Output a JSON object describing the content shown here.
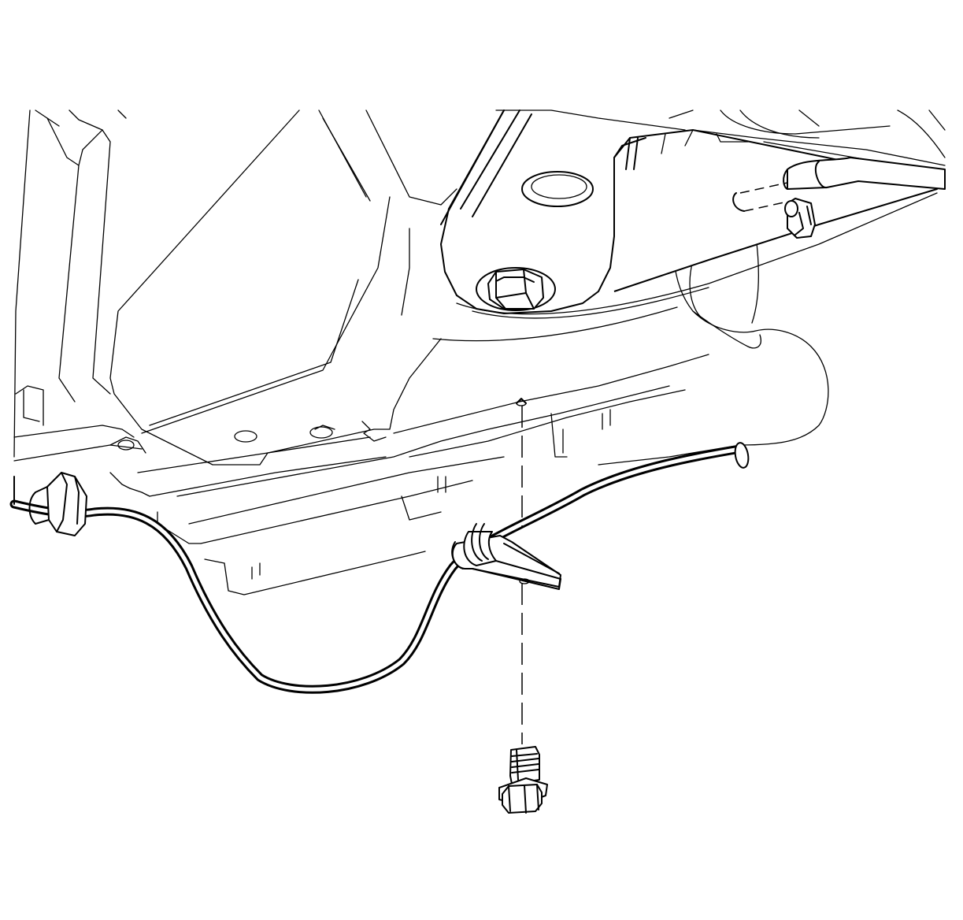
{
  "diagram": {
    "style": "black-and-white technical line illustration",
    "colors": {
      "background": "#ffffff",
      "line": "#000000"
    },
    "parts": [
      "vehicle-underbody",
      "frame-crossmember",
      "crossmember-nut",
      "stabilizer-bar",
      "stabilizer-bushing",
      "stabilizer-bracket",
      "bracket-bolt",
      "fuel-line-clip"
    ]
  }
}
